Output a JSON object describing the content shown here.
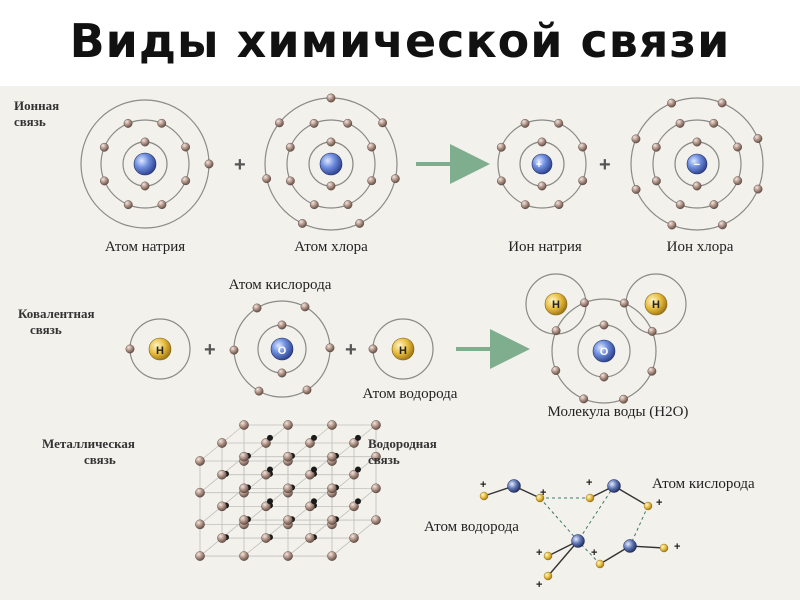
{
  "title": "Виды химической связи",
  "sections": {
    "ionic": {
      "label_line1": "Ионная",
      "label_line2": "связь",
      "atoms": [
        "Атом натрия",
        "Атом хлора",
        "Ион натрия",
        "Ион хлора"
      ],
      "ion_signs": [
        "+",
        "−"
      ]
    },
    "covalent": {
      "label_line1": "Ковалентная",
      "label_line2": "связь",
      "oxygen_label": "Атом кислорода",
      "hydrogen_label": "Атом водорода",
      "molecule_label": "Молекула воды (H2O)",
      "h_letter": "H",
      "o_letter": "O"
    },
    "metallic": {
      "label_line1": "Металлическая",
      "label_line2": "связь"
    },
    "hydrogen": {
      "label_line1": "Водородная",
      "label_line2": "связь",
      "oxygen_label": "Атом кислорода",
      "hydrogen_label": "Атом водорода"
    }
  },
  "symbols": {
    "plus": "+"
  },
  "colors": {
    "electron": "#9a7f72",
    "nucleus_blue": "#4f6fc4",
    "hydrogen_yellow": "#e0b43a",
    "arrow_green": "#7fae8f",
    "orbit": "#8a8a86",
    "panel": "#f3f1ec"
  }
}
